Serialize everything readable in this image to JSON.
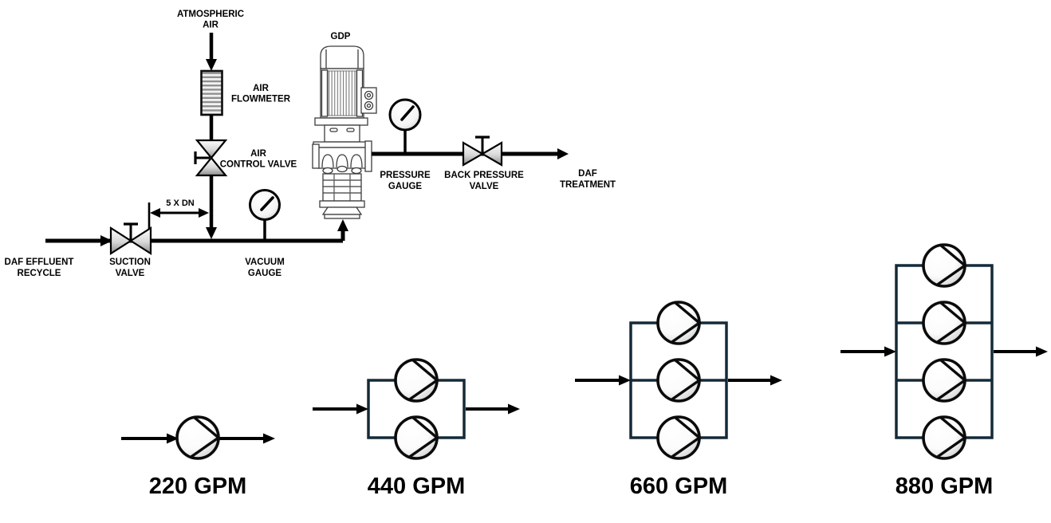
{
  "schematic": {
    "labels": {
      "atmospheric_air": "ATMOSPHERIC\nAIR",
      "air_flowmeter": "AIR\nFLOWMETER",
      "air_control_valve": "AIR\nCONTROL VALVE",
      "gdp_pump": "GDP",
      "pipe_spacing_dimension": "5 X DN",
      "daf_effluent_recycle": "DAF EFFLUENT\nRECYCLE",
      "suction_valve": "SUCTION\nVALVE",
      "vacuum_gauge": "VACUUM\nGAUGE",
      "pressure_gauge": "PRESSURE\nGAUGE",
      "back_pressure_valve": "BACK PRESSURE\nVALVE",
      "daf_treatment": "DAF\nTREATMENT"
    }
  },
  "pump_groups": [
    {
      "pumps": 1,
      "flow_gpm": 220,
      "flow_label": "220 GPM"
    },
    {
      "pumps": 2,
      "flow_gpm": 440,
      "flow_label": "440 GPM"
    },
    {
      "pumps": 3,
      "flow_gpm": 660,
      "flow_label": "660 GPM"
    },
    {
      "pumps": 4,
      "flow_gpm": 880,
      "flow_label": "880 GPM"
    }
  ],
  "colors": {
    "line": "#000000",
    "manifold": "#152a38",
    "background": "#ffffff"
  }
}
